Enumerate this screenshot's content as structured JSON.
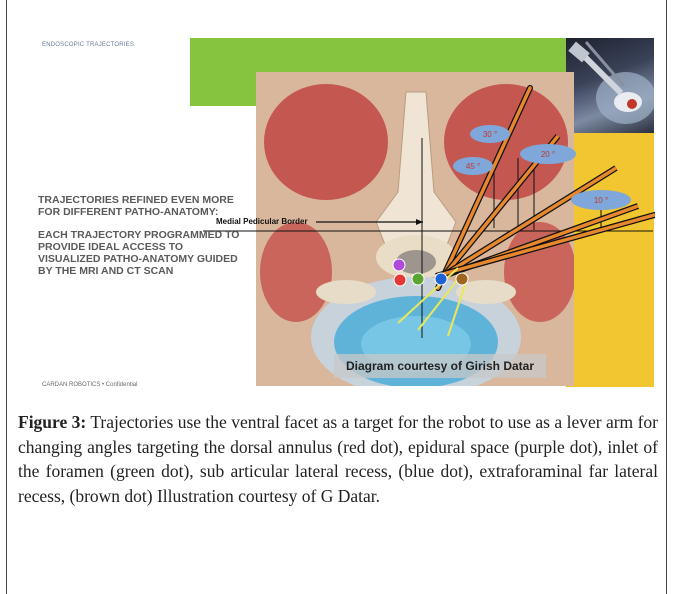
{
  "slide": {
    "title": "ENDOSCOPIC TRAJECTORIES",
    "left_heading": "TRAJECTORIES REFINED EVEN MORE FOR DIFFERENT PATHO-ANATOMY:",
    "left_body": "EACH TRAJECTORY PROGRAMMED TO PROVIDE IDEAL ACCESS TO VISUALIZED PATHO-ANATOMY GUIDED BY THE MRI AND CT SCAN",
    "footer": "CARDAN ROBOTICS  •  Confidential",
    "medial_label": "Medial Pedicular Border",
    "credit": "Diagram courtesy of Girish Datar",
    "angles": [
      "30 °",
      "45 °",
      "20 °",
      "10 °"
    ],
    "colors": {
      "green": "#86c440",
      "yellow": "#f1c630",
      "angle_ellipse": "#7fa7d9",
      "red_dot": "#e53935",
      "purple_dot": "#b04ad8",
      "green_dot": "#5aa531",
      "blue_dot": "#1e63d6",
      "brown_dot": "#a0661f"
    }
  },
  "caption": {
    "label": "Figure 3:",
    "text": " Trajectories use the ventral facet as a target for the robot to use as a lever arm for changing angles targeting the dorsal annulus (red dot), epidural space (purple dot), inlet of the foramen (green dot), sub articular lateral recess, (blue dot), extraforaminal far lateral recess, (brown dot) Illustration courtesy of G Datar."
  }
}
